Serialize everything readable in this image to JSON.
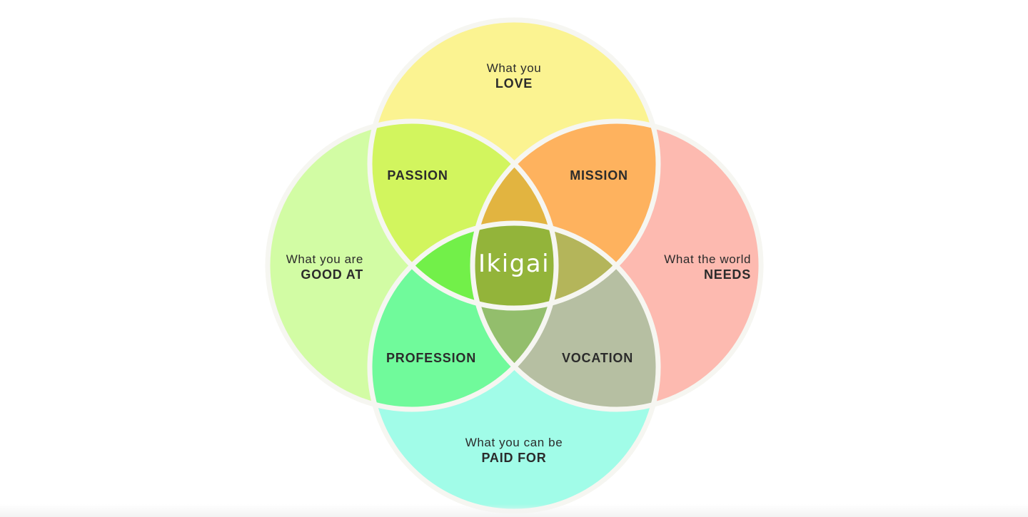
{
  "colors": {
    "love": "#fbf391",
    "good_at": "#d2fca4",
    "needs": "#fdbab0",
    "paid_for": "#a1fce8",
    "passion": "#d2f55e",
    "mission": "#feb25e",
    "profession": "#70fa9b",
    "vocation": "#b6bfa2",
    "love_needs": "#e2b440",
    "good_love": "#72f049",
    "needs_paid": "#b4b55a",
    "good_paid": "#93be6c",
    "center": "#93b43a",
    "stroke": "#f6f6f1"
  },
  "circles": {
    "love": {
      "line1": "What you",
      "line2": "LOVE"
    },
    "good_at": {
      "line1": "What you are",
      "line2": "GOOD AT"
    },
    "needs": {
      "line1": "What the world",
      "line2": "NEEDS"
    },
    "paid_for": {
      "line1": "What you can be",
      "line2": "PAID FOR"
    }
  },
  "overlaps": {
    "passion": "PASSION",
    "mission": "MISSION",
    "profession": "PROFESSION",
    "vocation": "VOCATION"
  },
  "center_label": "Ikigai"
}
